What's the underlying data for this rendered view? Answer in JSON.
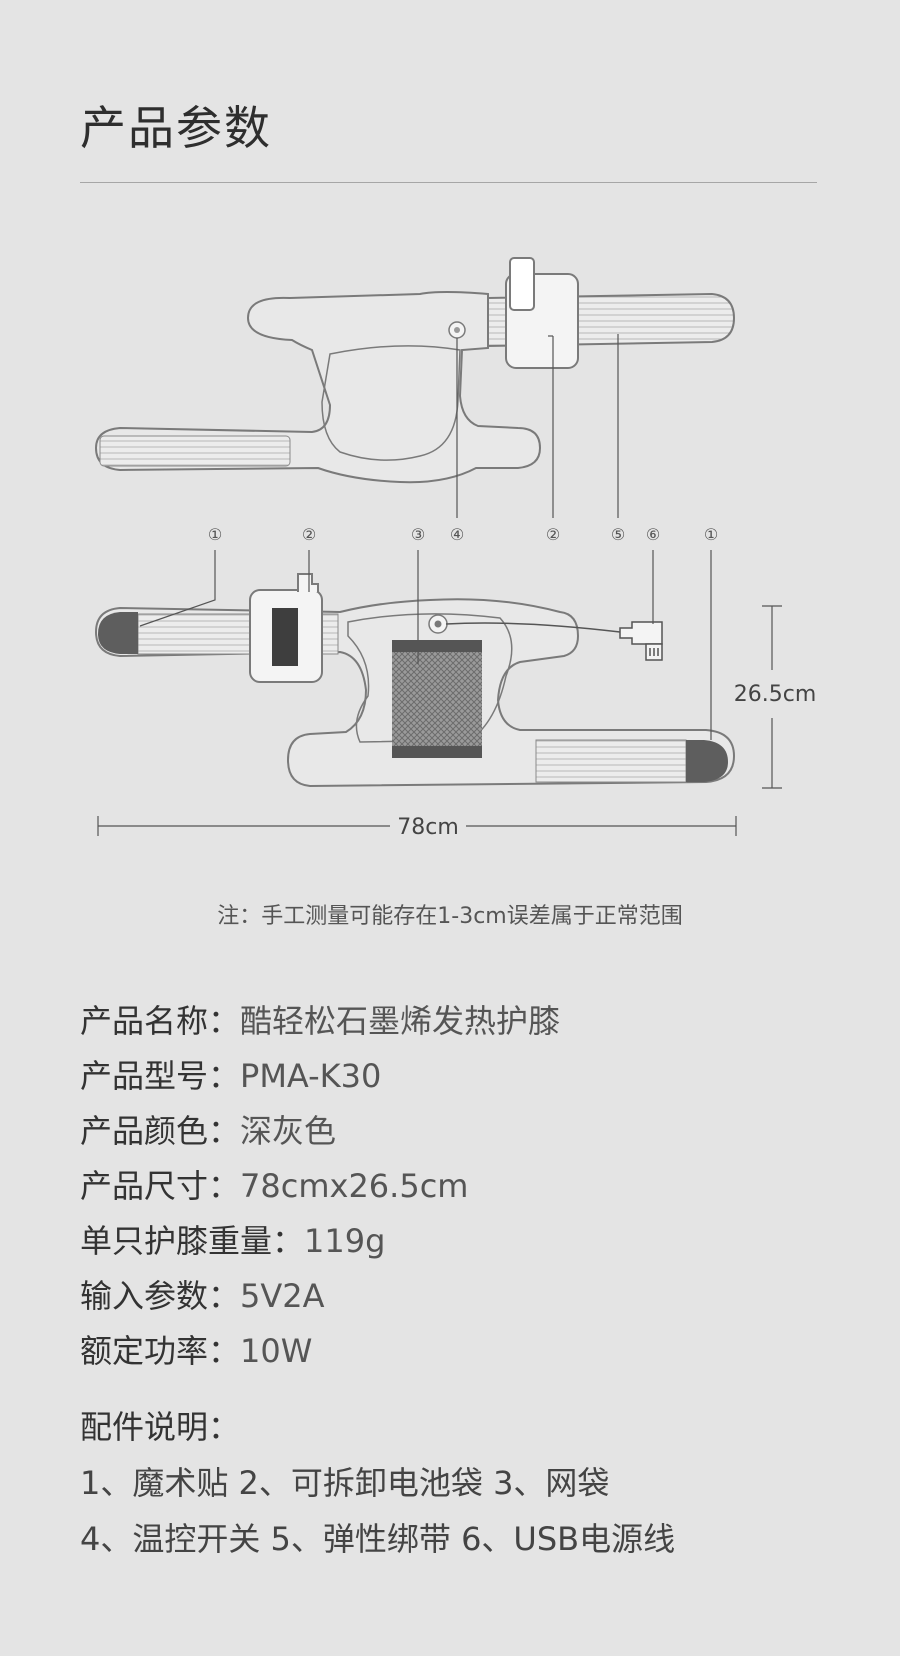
{
  "page": {
    "title": "产品参数",
    "note": "注：手工测量可能存在1-3cm误差属于正常范围"
  },
  "diagram": {
    "callouts": [
      "①",
      "②",
      "③",
      "④",
      "②",
      "⑤",
      "⑥",
      "①"
    ],
    "width_label": "78cm",
    "height_label": "26.5cm"
  },
  "specs": [
    {
      "label": "产品名称：",
      "value": "酷轻松石墨烯发热护膝"
    },
    {
      "label": "产品型号：",
      "value": "PMA-K30"
    },
    {
      "label": "产品颜色：",
      "value": "深灰色"
    },
    {
      "label": "产品尺寸：",
      "value": "78cmx26.5cm"
    },
    {
      "label": "单只护膝重量：",
      "value": "119g"
    },
    {
      "label": "输入参数：",
      "value": "5V2A"
    },
    {
      "label": "额定功率：",
      "value": "10W"
    }
  ],
  "accessories": {
    "title": "配件说明：",
    "lines": [
      "1、魔术贴 2、可拆卸电池袋 3、网袋",
      "4、温控开关 5、弹性绑带 6、USB电源线"
    ]
  }
}
